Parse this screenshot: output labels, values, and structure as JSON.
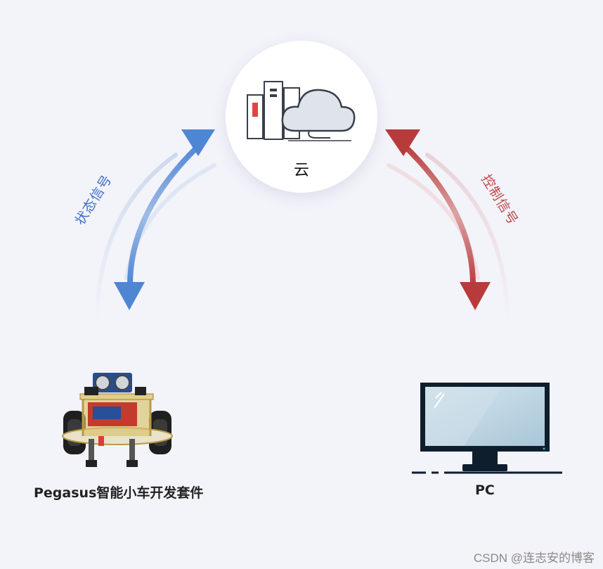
{
  "nodes": {
    "cloud": {
      "label": "云"
    },
    "car": {
      "label": "Pegasus智能小车开发套件"
    },
    "pc": {
      "label": "PC"
    }
  },
  "signals": {
    "left": {
      "label": "状态信号",
      "color": "#4f86d4"
    },
    "right": {
      "label": "控制信号",
      "color": "#b83b3b"
    }
  },
  "watermark": "CSDN @连志安的博客"
}
